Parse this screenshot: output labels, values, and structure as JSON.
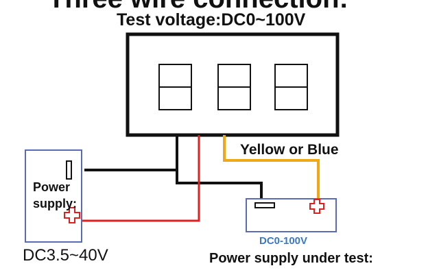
{
  "title": "Three wire connection:",
  "test_voltage": "Test voltage:DC0~100V",
  "signal_wire_label": "Yellow or Blue",
  "power_supply": {
    "label_line1": "Power",
    "label_line2": "supply:",
    "range": "DC3.5~40V"
  },
  "device_under_test": {
    "range": "DC0-100V",
    "label": "Power supply under test:"
  },
  "colors": {
    "black_wire": "#111111",
    "red_wire": "#e02020",
    "yellow_wire": "#f0a818",
    "box_outline": "#5a6bb5",
    "terminal_plus": "#e02020",
    "dut_range_text": "#3a78c2"
  },
  "icons": {
    "positive_terminal": "plus-terminal-icon",
    "negative_terminal": "minus-terminal-icon"
  }
}
